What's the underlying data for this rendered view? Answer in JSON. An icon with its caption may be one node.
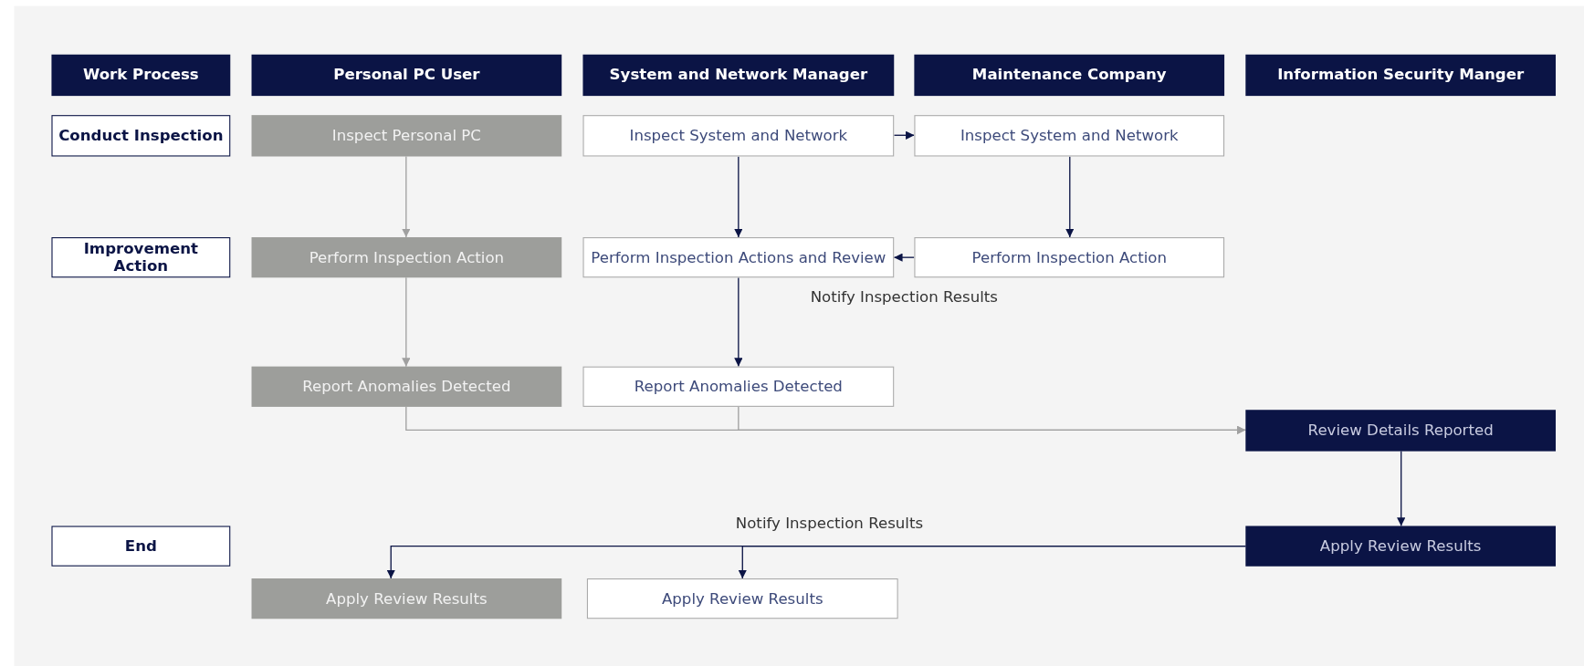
{
  "diagram": {
    "nodes": [
      {
        "text": [
          "Work Process"
        ]
      },
      {
        "text": [
          "Personal PC User"
        ]
      },
      {
        "text": [
          "System and Network Manager"
        ]
      },
      {
        "text": [
          "Maintenance Company"
        ]
      },
      {
        "text": [
          "Information Security Manger"
        ]
      },
      {
        "text": [
          "Conduct Inspection"
        ]
      },
      {
        "text": [
          "Inspect Personal PC"
        ]
      },
      {
        "text": [
          "Inspect System and Network"
        ]
      },
      {
        "text": [
          "Inspect System and Network"
        ]
      },
      {
        "text": [
          "Improvement Action"
        ]
      },
      {
        "text": [
          "Perform Inspection Action"
        ]
      },
      {
        "text": [
          "Perform Inspection Actions and Review"
        ]
      },
      {
        "text": [
          "Perform Inspection Action"
        ]
      },
      {
        "text": [
          "Report Anomalies Detected"
        ]
      },
      {
        "text": [
          "Report Anomalies Detected"
        ]
      },
      {
        "text": [
          "Review Details Reported"
        ]
      },
      {
        "text": [
          "End"
        ]
      },
      {
        "text": [
          "Apply Review Results"
        ]
      },
      {
        "text": [
          "Apply Review Results"
        ]
      },
      {
        "text": [
          "Apply Review Results"
        ]
      }
    ],
    "edges": [
      {
        "from": 6,
        "to": 10,
        "arrow": "to",
        "color": "#a0a0a0"
      },
      {
        "from": 7,
        "to": 8,
        "arrow": "to"
      },
      {
        "from": 7,
        "to": 11,
        "arrow": "to"
      },
      {
        "from": 8,
        "to": 12,
        "arrow": "to"
      },
      {
        "from": 12,
        "to": 11,
        "arrow": "to",
        "label": "Notify Inspection Results"
      },
      {
        "from": 10,
        "to": 13,
        "arrow": "to",
        "color": "#a0a0a0"
      },
      {
        "from": 11,
        "to": 14,
        "arrow": "to"
      },
      {
        "from": 13,
        "to": 15,
        "arrow": "to",
        "color": "#a0a0a0"
      },
      {
        "from": 14,
        "to": 15,
        "arrow": "to",
        "color": "#a0a0a0"
      },
      {
        "from": 15,
        "to": 17,
        "arrow": "to"
      },
      {
        "from": 17,
        "to": 18,
        "arrow": "to",
        "label": "Notify Inspection Results"
      },
      {
        "from": 17,
        "to": 19,
        "arrow": "to"
      }
    ]
  }
}
